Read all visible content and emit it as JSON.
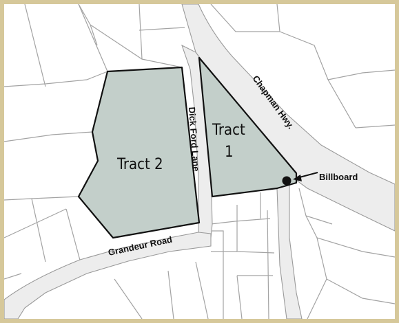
{
  "map": {
    "tracts": [
      {
        "id": "tract-1",
        "label_line1": "Tract",
        "label_line2": "1"
      },
      {
        "id": "tract-2",
        "label": "Tract 2"
      }
    ],
    "roads": {
      "chapman": "Chapman Hwy.",
      "dick_ford": "Dick Ford Lane",
      "grandeur": "Grandeur Road"
    },
    "billboard": {
      "label": "Billboard"
    },
    "colors": {
      "tract_fill": "#c3cfca",
      "road_fill": "#ededed",
      "frame": "#d6c89a",
      "parcel_lines": "#a3a3a3"
    }
  }
}
